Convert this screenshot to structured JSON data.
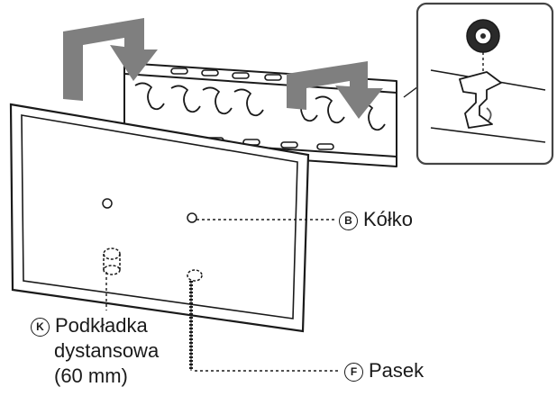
{
  "callouts": {
    "wheel": {
      "letter": "B",
      "text": "Kółko"
    },
    "spacer": {
      "letter": "K",
      "line1": "Podkładka",
      "line2": "dystansowa",
      "line3": "(60 mm)"
    },
    "strap": {
      "letter": "F",
      "text": "Pasek"
    }
  },
  "icons": [
    "arrow-down-icon",
    "wall-bracket-icon",
    "tv-panel-icon",
    "wheel-icon",
    "hook-icon",
    "strap-icon",
    "spacer-icon"
  ],
  "colors": {
    "line": "#1a1a1a",
    "arrow": "#7f7f7f",
    "panel": "#ffffff",
    "detail_box": "#444444"
  }
}
